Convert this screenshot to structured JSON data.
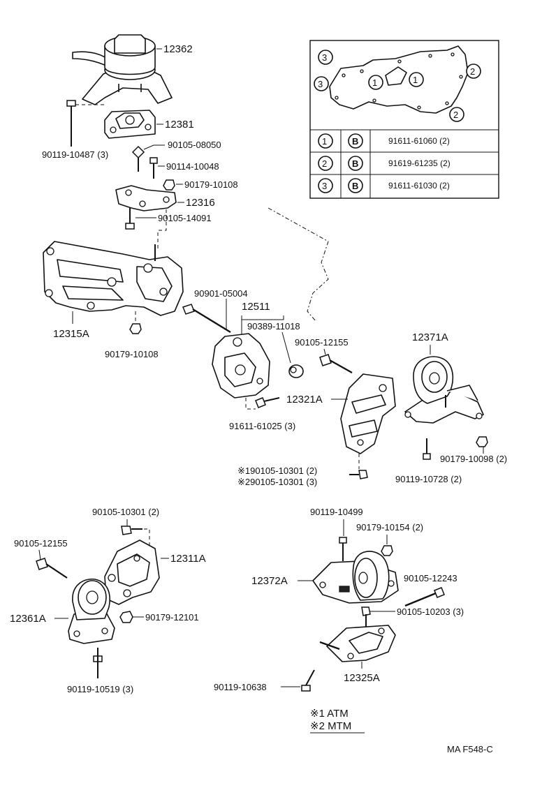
{
  "parts": {
    "p12362": "12362",
    "p12381": "12381",
    "p90119_10487": "90119-10487 (3)",
    "p90105_08050": "90105-08050",
    "p90114_10048": "90114-10048",
    "p90179_10108a": "90179-10108",
    "p12316": "12316",
    "p90105_14091": "90105-14091",
    "p12315A": "12315A",
    "p90179_10108b": "90179-10108",
    "p90901_05004": "90901-05004",
    "p12511": "12511",
    "p90389_11018": "90389-11018",
    "p90105_12155a": "90105-12155",
    "p12371A": "12371A",
    "p12321A": "12321A",
    "p91611_61025": "91611-61025 (3)",
    "p90179_10098": "90179-10098 (2)",
    "p90119_10728": "90119-10728 (2)",
    "p90105_10301_n1": "※190105-10301 (2)",
    "p90105_10301_n2": "※290105-10301 (3)",
    "p90105_10301b": "90105-10301 (2)",
    "p90105_12155b": "90105-12155",
    "p12311A": "12311A",
    "p12361A": "12361A",
    "p90179_12101": "90179-12101",
    "p90119_10519": "90119-10519 (3)",
    "p90119_10499": "90119-10499",
    "p90179_10154": "90179-10154 (2)",
    "p12372A": "12372A",
    "p90105_12243": "90105-12243",
    "p90105_10203": "90105-10203 (3)",
    "p12325A": "12325A",
    "p90119_10638": "90119-10638"
  },
  "inset": {
    "callouts": [
      "3",
      "3",
      "1",
      "1",
      "2",
      "2"
    ],
    "table": [
      {
        "index": "1",
        "code": "B",
        "part": "91611-61060 (2)"
      },
      {
        "index": "2",
        "code": "B",
        "part": "91619-61235 (2)"
      },
      {
        "index": "3",
        "code": "B",
        "part": "91611-61030 (2)"
      }
    ]
  },
  "legend": {
    "note1": "※1 ATM",
    "note2": "※2 MTM"
  },
  "footer": {
    "code": "MA F548-C"
  }
}
